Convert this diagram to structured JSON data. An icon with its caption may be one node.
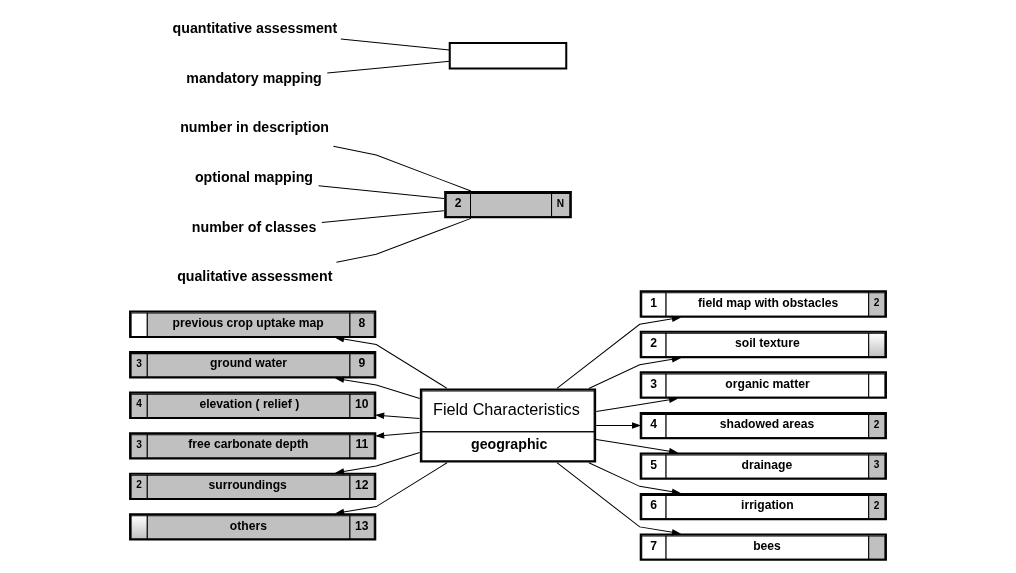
{
  "diagram": {
    "nodes": [
      {
        "text": [
          "Field Characteristics",
          "geographic"
        ]
      },
      {
        "text": [
          "1",
          "field map with obstacles",
          "2"
        ]
      },
      {
        "text": [
          "2",
          "soil texture"
        ]
      },
      {
        "text": [
          "3",
          "organic matter"
        ]
      },
      {
        "text": [
          "4",
          "shadowed areas",
          "2"
        ]
      },
      {
        "text": [
          "5",
          "drainage",
          "3"
        ]
      },
      {
        "text": [
          "6",
          "irrigation",
          "2"
        ]
      },
      {
        "text": [
          "7",
          "bees"
        ]
      },
      {
        "text": [
          "previous crop uptake map",
          "8"
        ]
      },
      {
        "text": [
          "3",
          "ground water",
          "9"
        ]
      },
      {
        "text": [
          "4",
          "elevation ( relief )",
          "10"
        ]
      },
      {
        "text": [
          "3",
          "free carbonate depth",
          "11"
        ]
      },
      {
        "text": [
          "2",
          "surroundings",
          "12"
        ]
      },
      {
        "text": [
          "others",
          "13"
        ]
      },
      {
        "text": [
          "number in description"
        ]
      },
      {
        "text": [
          "optional mapping"
        ]
      },
      {
        "text": [
          "2",
          "N"
        ]
      },
      {
        "text": [
          "number of classes"
        ]
      },
      {
        "text": [
          "quantitative assessment"
        ]
      },
      {
        "text": [],
        "shape": "box"
      },
      {
        "text": [
          "qualitative assessment"
        ]
      },
      {
        "text": [
          "mandatory mapping"
        ]
      }
    ],
    "edges": [
      {
        "from": 0,
        "to": 1,
        "arrow": "to"
      },
      {
        "from": 0,
        "to": 2,
        "arrow": "to"
      },
      {
        "from": 0,
        "to": 3,
        "arrow": "to"
      },
      {
        "from": 0,
        "to": 4,
        "arrow": "to"
      },
      {
        "from": 0,
        "to": 5,
        "arrow": "to"
      },
      {
        "from": 0,
        "to": 6,
        "arrow": "to"
      },
      {
        "from": 0,
        "to": 7,
        "arrow": "to"
      },
      {
        "from": 0,
        "to": 8,
        "arrow": "to"
      },
      {
        "from": 0,
        "to": 9,
        "arrow": "to"
      },
      {
        "from": 0,
        "to": 10,
        "arrow": "to"
      },
      {
        "from": 0,
        "to": 11,
        "arrow": "to"
      },
      {
        "from": 0,
        "to": 12,
        "arrow": "to"
      },
      {
        "from": 0,
        "to": 13,
        "arrow": "to"
      },
      {
        "from": 14,
        "to": 16,
        "arrow": "none"
      },
      {
        "from": 15,
        "to": 16,
        "arrow": "none"
      },
      {
        "from": 17,
        "to": 16,
        "arrow": "none"
      },
      {
        "from": 20,
        "to": 16,
        "arrow": "none"
      },
      {
        "from": 18,
        "to": 19,
        "arrow": "none"
      },
      {
        "from": 21,
        "to": 19,
        "arrow": "none"
      }
    ]
  }
}
